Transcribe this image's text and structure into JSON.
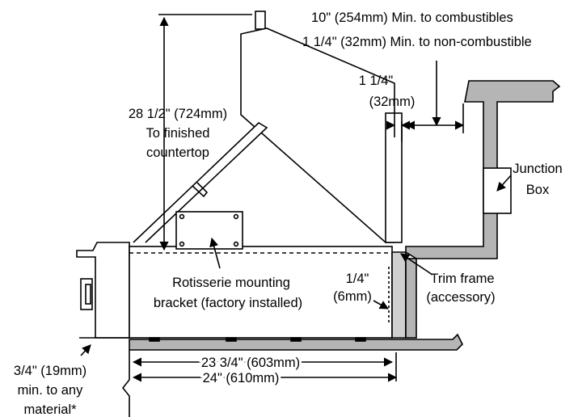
{
  "colors": {
    "line": "#000000",
    "fill_dark": "#b5b5b5",
    "fill_mid": "#d0d0d0",
    "background": "#ffffff"
  },
  "labels": {
    "clearance_line1": "10\" (254mm) Min. to combustibles",
    "clearance_line2": "1 1/4\" (32mm) Min. to non-combustible",
    "gap_top_1": "1 1/4\"",
    "gap_top_2": "(32mm)",
    "height_1": "28 1/2\" (724mm)",
    "height_2": "To finished",
    "height_3": "countertop",
    "junction_1": "Junction",
    "junction_2": "Box",
    "bracket_1": "Rotisserie mounting",
    "bracket_2": "bracket (factory installed)",
    "gap_side_1": "1/4\"",
    "gap_side_2": "(6mm)",
    "trim_1": "Trim frame",
    "trim_2": "(accessory)",
    "depth_inner": "23 3/4\" (603mm)",
    "depth_outer": "24\" (610mm)",
    "below_1": "3/4\" (19mm)",
    "below_2": "min. to any",
    "below_3": "material*"
  }
}
